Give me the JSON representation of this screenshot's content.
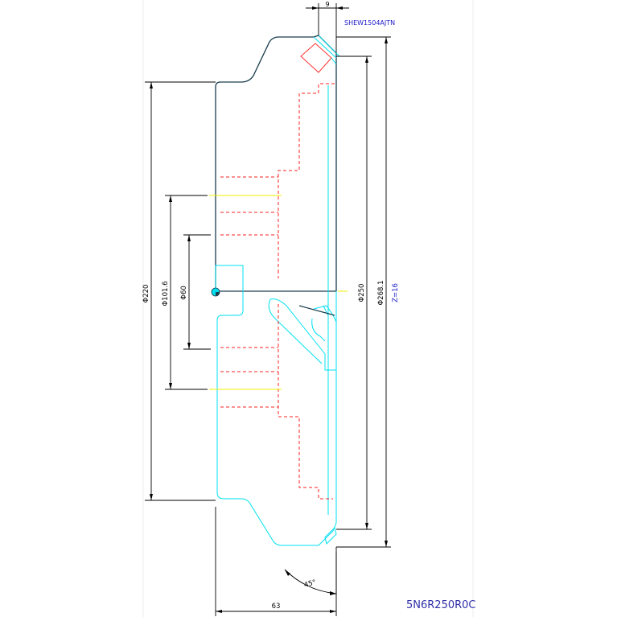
{
  "drawing": {
    "part_code": "SHEW1504AJTN",
    "drawing_number": "5N6R250R0C",
    "teeth_count": "Z=16",
    "dimensions": {
      "insert_width": "9",
      "dia_220": "Φ220",
      "dia_1016": "Φ101.6",
      "dia_60": "Φ60",
      "dia_250": "Φ250",
      "dia_2681": "Φ268.1",
      "height_63": "63",
      "angle_45": "45°"
    }
  },
  "colors": {
    "outline": "#1a3d4d",
    "lower_half": "#00e0f0",
    "hidden_lines": "#ff2020",
    "dimensions": "#000000",
    "center_lines": "#f0f000",
    "insert": "#ff3030",
    "blue_text": "#2020cc",
    "title_text": "#3030aa"
  }
}
